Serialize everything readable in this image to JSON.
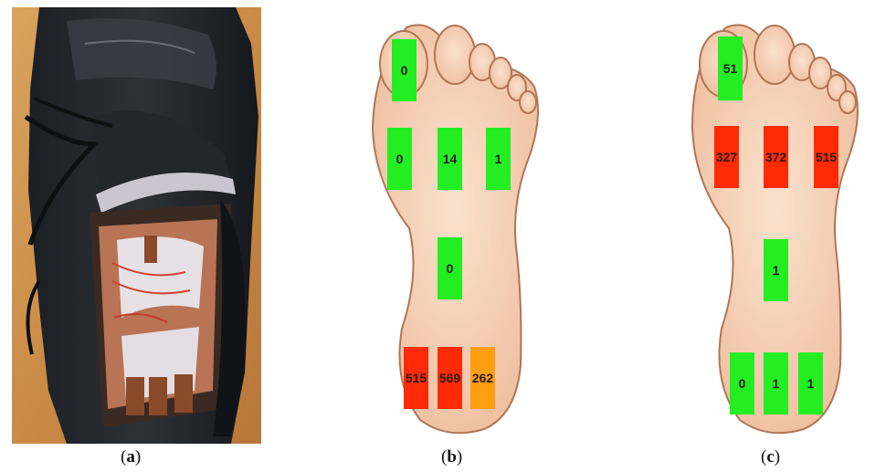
{
  "figure": {
    "panels": [
      {
        "id": "a",
        "caption_open": "(",
        "caption_letter": "a",
        "caption_close": ")"
      },
      {
        "id": "b",
        "caption_open": "(",
        "caption_letter": "b",
        "caption_close": ")"
      },
      {
        "id": "c",
        "caption_open": "(",
        "caption_letter": "c",
        "caption_close": ")"
      }
    ],
    "colors": {
      "low": "#22ee22",
      "high": "#ff2a08",
      "medium": "#ff9e10",
      "skin": "#f6d2b6",
      "outline": "#b07555"
    },
    "foot_b": {
      "sensors": [
        {
          "label": "toe",
          "value": "0",
          "level": "low"
        },
        {
          "label": "metatarsal-1",
          "value": "0",
          "level": "low"
        },
        {
          "label": "metatarsal-2",
          "value": "14",
          "level": "low"
        },
        {
          "label": "metatarsal-3",
          "value": "1",
          "level": "low"
        },
        {
          "label": "midfoot",
          "value": "0",
          "level": "low"
        },
        {
          "label": "heel-1",
          "value": "515",
          "level": "high"
        },
        {
          "label": "heel-2",
          "value": "569",
          "level": "high"
        },
        {
          "label": "heel-3",
          "value": "262",
          "level": "medium"
        }
      ]
    },
    "foot_c": {
      "sensors": [
        {
          "label": "toe",
          "value": "51",
          "level": "low"
        },
        {
          "label": "metatarsal-1",
          "value": "327",
          "level": "high"
        },
        {
          "label": "metatarsal-2",
          "value": "372",
          "level": "high"
        },
        {
          "label": "metatarsal-3",
          "value": "515",
          "level": "high"
        },
        {
          "label": "midfoot",
          "value": "1",
          "level": "low"
        },
        {
          "label": "heel-1",
          "value": "0",
          "level": "low"
        },
        {
          "label": "heel-2",
          "value": "1",
          "level": "low"
        },
        {
          "label": "heel-3",
          "value": "1",
          "level": "low"
        }
      ]
    }
  }
}
